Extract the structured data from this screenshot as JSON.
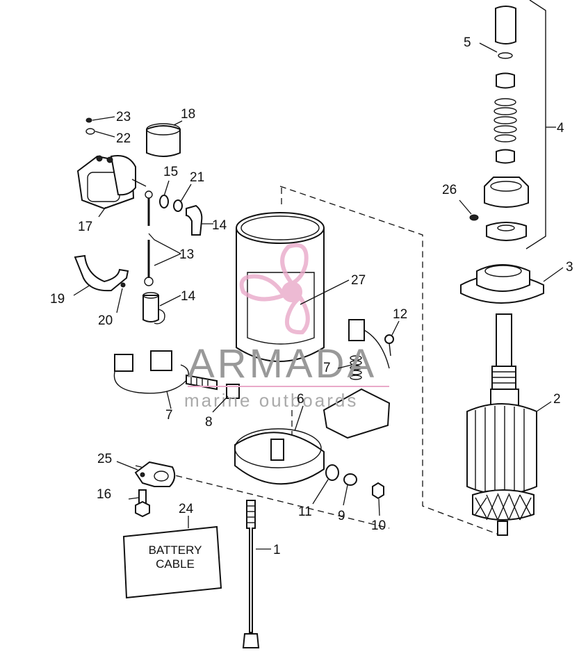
{
  "callouts": [
    "1",
    "2",
    "3",
    "4",
    "5",
    "6",
    "7",
    "7",
    "8",
    "9",
    "10",
    "11",
    "12",
    "13",
    "14",
    "14",
    "15",
    "16",
    "17",
    "18",
    "19",
    "20",
    "21",
    "22",
    "23",
    "24",
    "25",
    "26",
    "27"
  ],
  "battery_label": {
    "line1": "BATTERY",
    "line2": "CABLE"
  },
  "watermark": {
    "brand": "ARMADA",
    "tagline": "marine outboards"
  },
  "colors": {
    "line": "#111111",
    "watermark_logo": "#e9a9c9",
    "watermark_text": "#999999"
  }
}
